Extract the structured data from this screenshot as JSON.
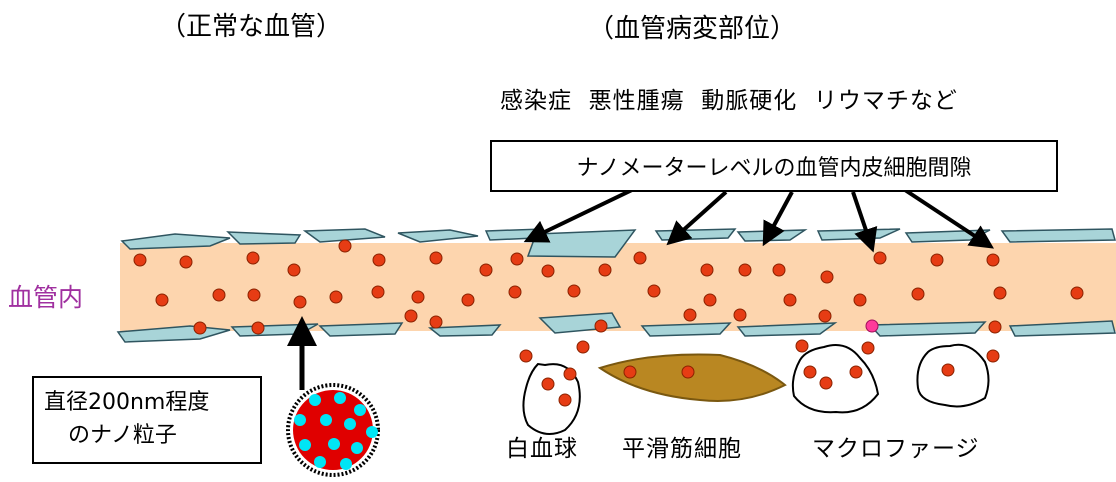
{
  "headings": {
    "normal": "（正常な血管）",
    "lesion": "（血管病変部位）"
  },
  "diseases": "感染症  悪性腫瘍  動脈硬化  リウマチなど",
  "gap_callout": "ナノメーターレベルの血管内皮細胞間隙",
  "vessel_label": "血管内",
  "nanoparticle": {
    "line1": "直径200nm程度",
    "line2": "のナノ粒子"
  },
  "cell_labels": {
    "white_blood_cell": "白血球",
    "smooth_muscle_cell": "平滑筋細胞",
    "macrophage": "マクロファージ"
  },
  "colors": {
    "vessel_lumen": "#fdd5ae",
    "endothelial_cell": "#a8d4d8",
    "particle": "#e63c14",
    "smooth_muscle": "#b98722",
    "vessel_label": "#a030a0",
    "nanoparticle_core": "#e00000",
    "nanoparticle_dots": "#00e5f5",
    "highlight_particle": "#ff3a9a"
  }
}
